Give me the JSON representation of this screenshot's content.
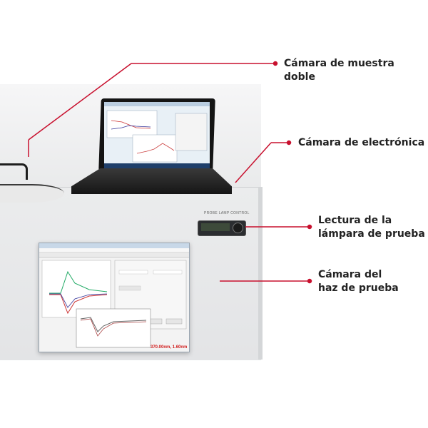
{
  "callouts": {
    "sample_chamber": "Cámara de muestra doble",
    "electronics_chamber": "Cámara de electrónica",
    "lamp_readout_line1": "Lectura de la",
    "lamp_readout_line2": "lámpara de prueba",
    "beam_chamber_line1": "Cámara del",
    "beam_chamber_line2": "haz de prueba"
  },
  "cabinet": {
    "panel_label": "PROBE LAMP CONTROL"
  },
  "software": {
    "status_value": "370.00nm, 1.60nm"
  },
  "colors": {
    "callout_line": "#c8102e",
    "text": "#222222"
  }
}
